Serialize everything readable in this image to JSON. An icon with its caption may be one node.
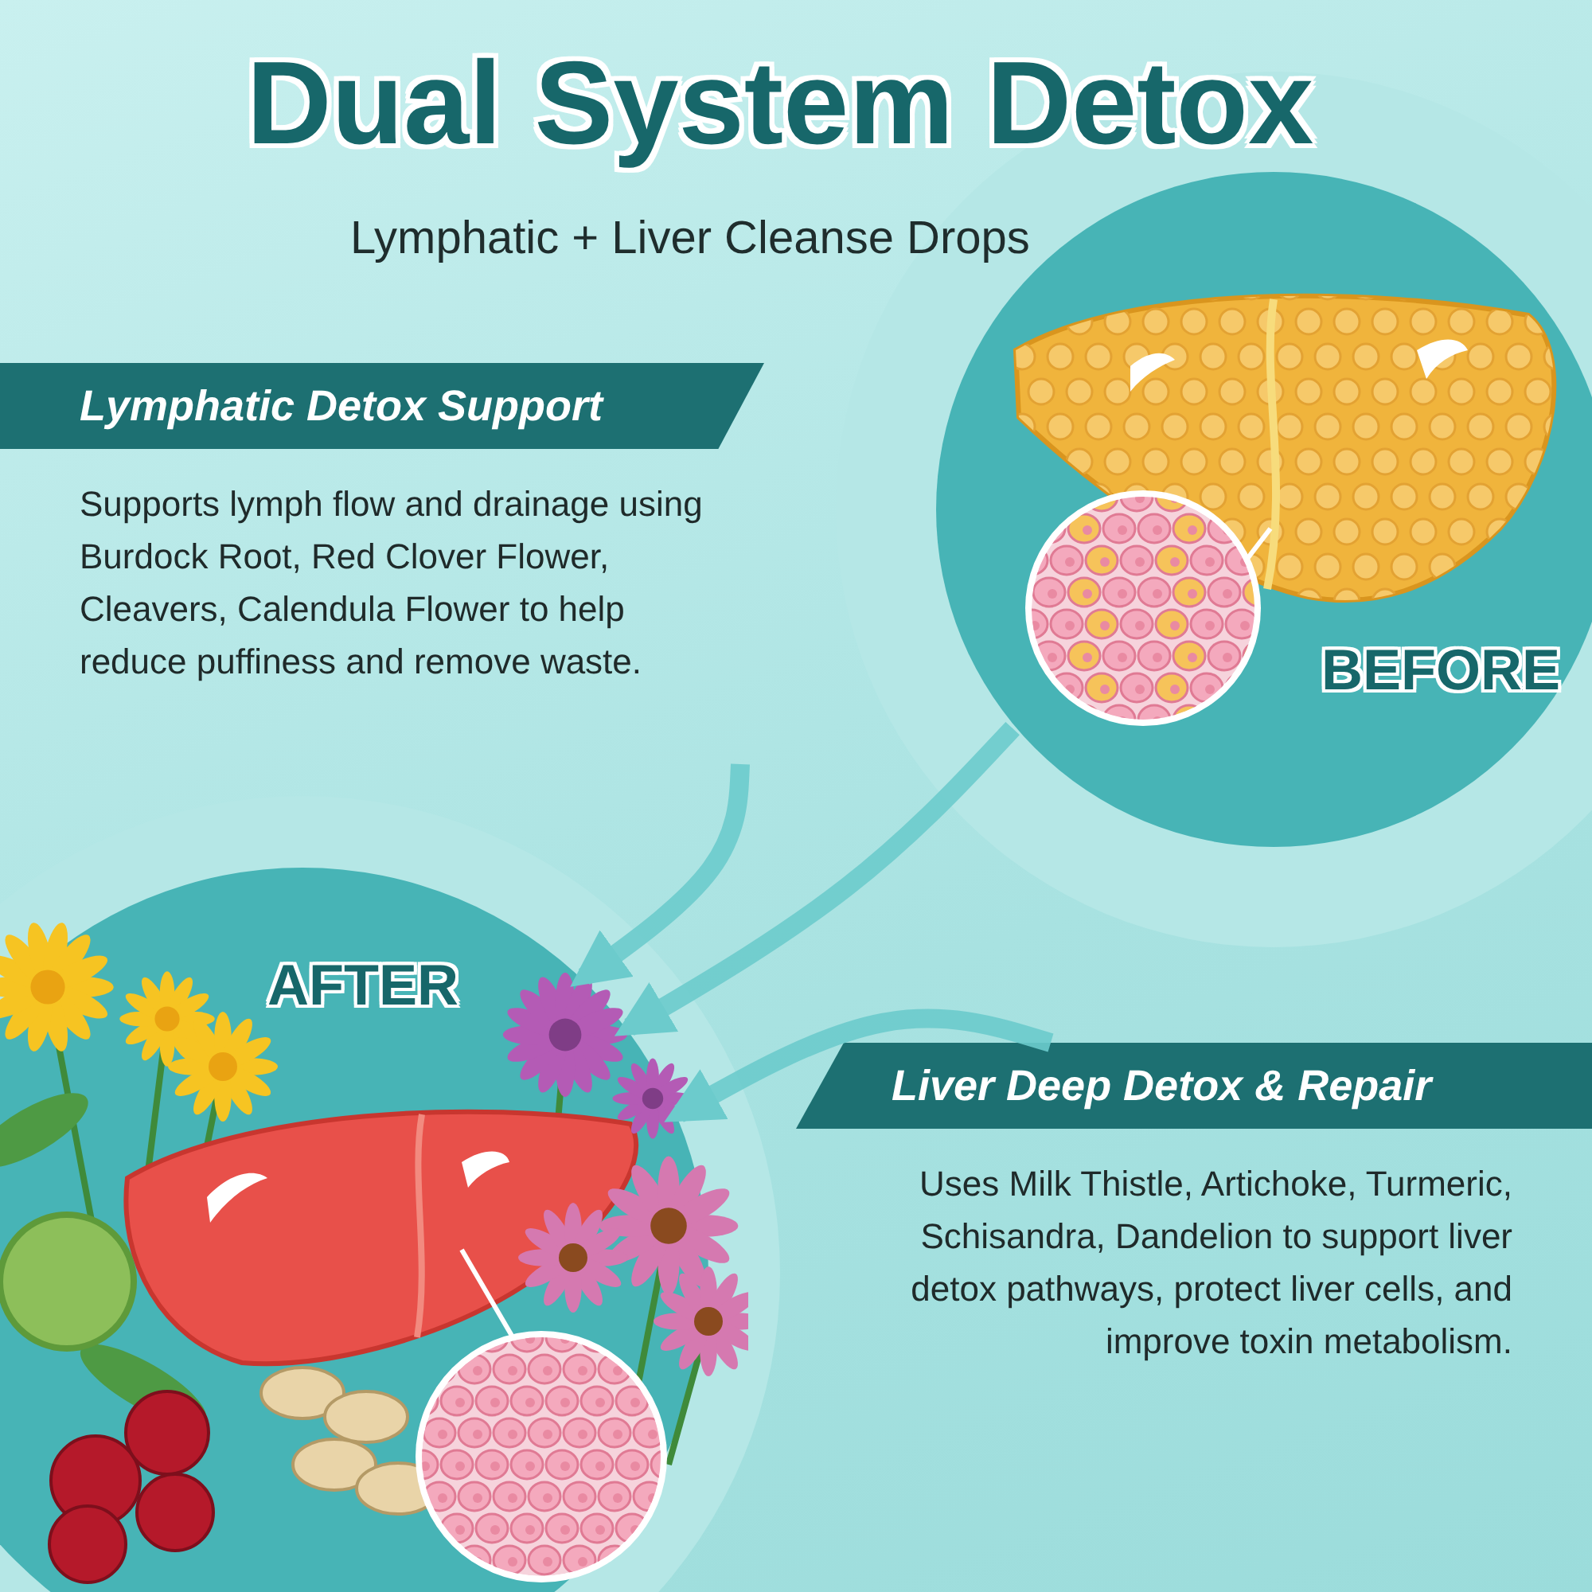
{
  "diagram": {
    "title": "Dual System Detox",
    "nodes": [
      {
        "text": [
          "Lymphatic Detox Support",
          "Supports lymph flow and drainage using Burdock Root, Red Clover Flower, Cleavers, Calendula Flower to help reduce puffiness and remove waste."
        ]
      },
      {
        "text": [
          "BEFORE"
        ]
      },
      {
        "text": [
          "AFTER"
        ]
      },
      {
        "text": [
          "Liver Deep Detox & Repair",
          "Uses Milk Thistle, Artichoke, Turmeric, Schisandra, Dandelion to support liver detox pathways, protect liver cells, and improve toxin metabolism."
        ]
      }
    ],
    "edges": [
      {
        "from": 0,
        "to": 2,
        "arrow": "to"
      },
      {
        "from": 1,
        "to": 2,
        "arrow": "to"
      },
      {
        "from": 3,
        "to": 2,
        "arrow": "to"
      }
    ],
    "labels": [
      "Lymphatic + Liver Cleanse Drops"
    ]
  }
}
